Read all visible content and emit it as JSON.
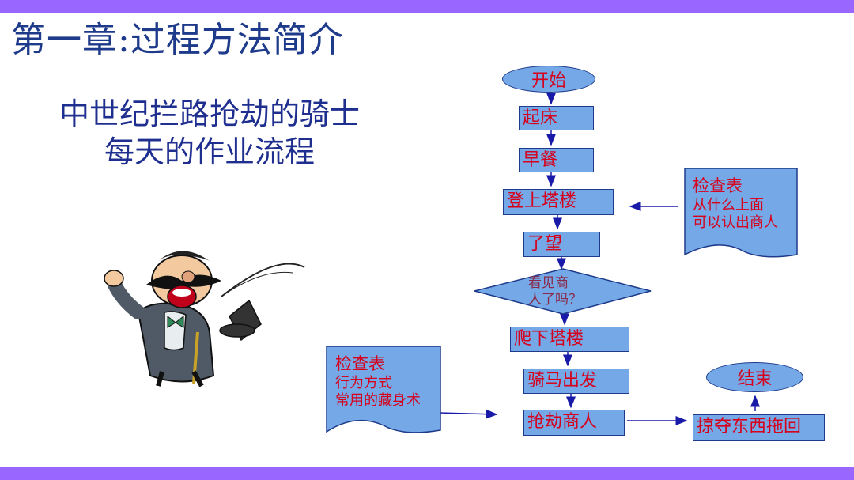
{
  "title": "第一章:过程方法简介",
  "subtitle": {
    "line1": "中世纪拦路抢劫的骑士",
    "line2": "每天的作业流程"
  },
  "flow": {
    "start": "开始",
    "wake": "起床",
    "breakfast": "早餐",
    "climb": "登上塔楼",
    "watch": "了望",
    "decision_line1": "看见商",
    "decision_line2": "人了吗？",
    "descend": "爬下塔楼",
    "ride": "骑马出发",
    "rob": "抢劫商人",
    "haul": "掠夺东西拖回",
    "end": "结束"
  },
  "checklist_tower": {
    "heading": "检查表",
    "line1": "从什么上面",
    "line2": "可以认出商人"
  },
  "checklist_robbery": {
    "heading": "检查表",
    "line1": "行为方式",
    "line2": "常用的藏身术"
  },
  "colors": {
    "accent_bar": "#9966ff",
    "node_fill": "#74a8e6",
    "node_text": "#d6001c",
    "arrow": "#1a1aa8",
    "title": "#1e3a8a"
  }
}
